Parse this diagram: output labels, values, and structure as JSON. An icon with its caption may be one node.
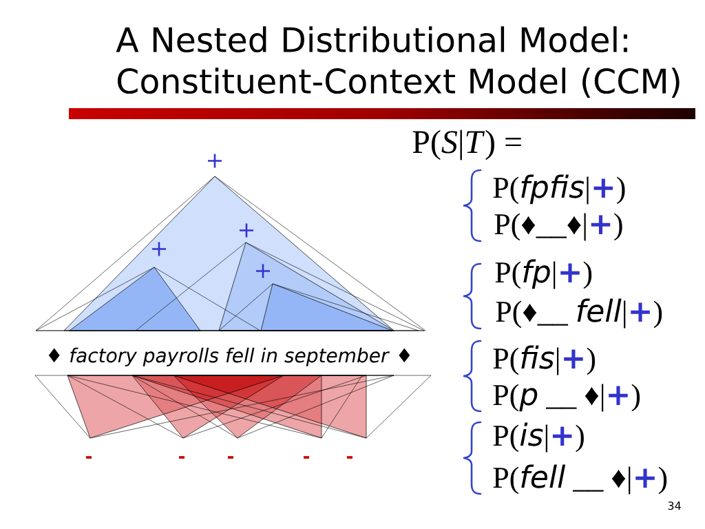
{
  "diagram": {
    "title": "A Nested Distributional Model: Constituent-Context Model (CCM)",
    "nodes": [
      {
        "text": [
          "+"
        ]
      },
      {
        "text": [
          "+"
        ],
        "in": 0
      },
      {
        "text": [
          "+"
        ],
        "in": 0
      },
      {
        "text": [
          "+"
        ],
        "in": 2
      }
    ],
    "labels": [
      "♦ *factory payrolls fell in september* ♦",
      "-",
      "-",
      "-",
      "-",
      "-",
      "P(*S*|*T*) =",
      "P(*fpfis*|**+**)",
      "P(♦__♦|**+**)",
      "P(*fp*|**+**)",
      "P(♦__ *fell*|**+**)",
      "P(*fis*|**+**)",
      "P(*p* __ ♦|**+**)",
      "P(*is*|**+**)",
      "P(*fell* __ ♦|**+**)",
      "34"
    ]
  }
}
